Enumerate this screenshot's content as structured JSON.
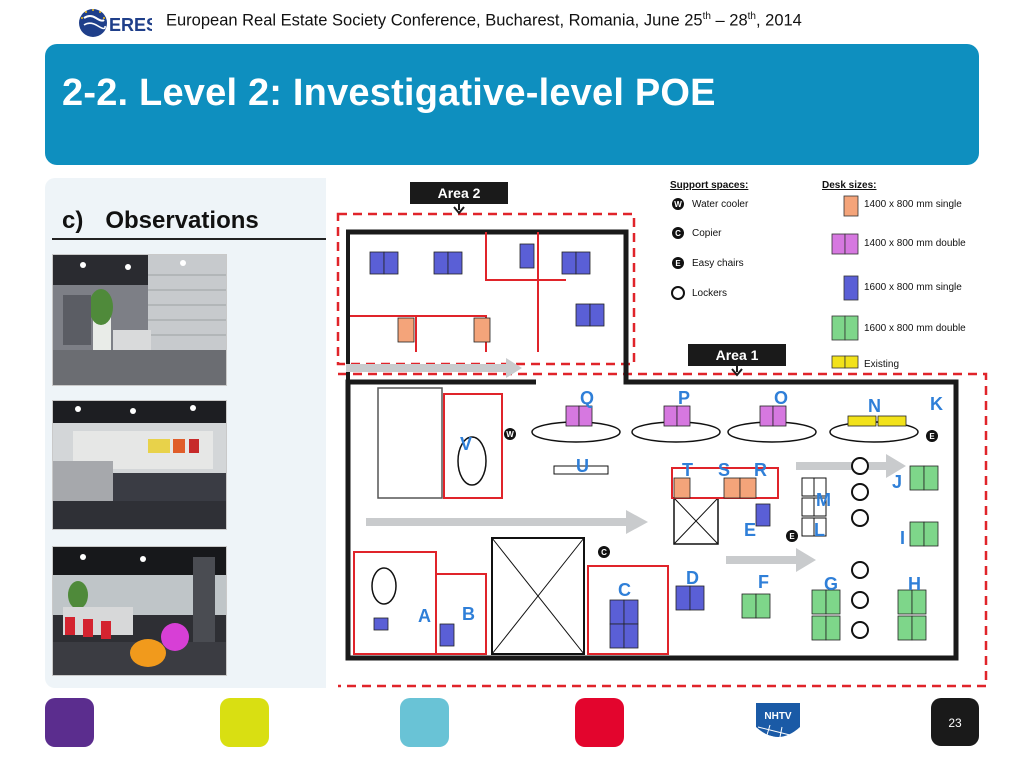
{
  "header": {
    "logo_text": "ERES",
    "conference_part1": "European Real Estate Society Conference, Bucharest, Romania, June 25",
    "sup1": "th",
    "conference_part2": " – 28",
    "sup2": "th",
    "conference_part3": ", 2014"
  },
  "slide": {
    "title": "2-2. Level 2: Investigative-level POE",
    "subheading_letter": "c)",
    "subheading_text": "Observations"
  },
  "floor_plan": {
    "area2_label": "Area 2",
    "area1_label": "Area 1",
    "support_spaces_title": "Support spaces:",
    "support_spaces": [
      {
        "symbol": "W",
        "label": "Water cooler"
      },
      {
        "symbol": "C",
        "label": "Copier"
      },
      {
        "symbol": "E",
        "label": "Easy chairs"
      },
      {
        "symbol": "",
        "label": "Lockers"
      }
    ],
    "desk_sizes_title": "Desk sizes:",
    "desk_sizes": [
      {
        "label": "1400 x 800 mm single",
        "color": "#f4a47a"
      },
      {
        "label": "1400 x 800 mm double",
        "color": "#d678e0"
      },
      {
        "label": "1600 x 800 mm single",
        "color": "#5a5fd6"
      },
      {
        "label": "1600 x 800 mm double",
        "color": "#7ed68a"
      },
      {
        "label": "Existing",
        "color": "#f2e21a"
      }
    ],
    "zone_letters": [
      "Q",
      "P",
      "O",
      "N",
      "K",
      "V",
      "U",
      "T",
      "S",
      "R",
      "M",
      "L",
      "J",
      "I",
      "E",
      "D",
      "C",
      "F",
      "G",
      "H",
      "A",
      "B"
    ]
  },
  "footer": {
    "nhtv_logo_text": "NHTV",
    "page_number": "23",
    "colors": [
      "#5b2d8e",
      "#d9df12",
      "#69c3d6",
      "#e3052d"
    ]
  }
}
